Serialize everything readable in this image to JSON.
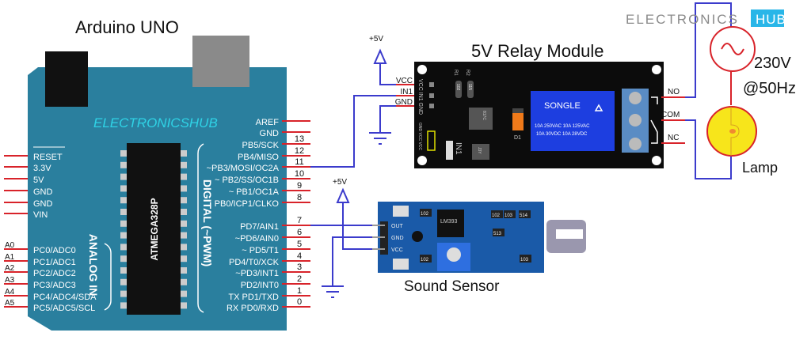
{
  "arduino": {
    "title": "Arduino UNO",
    "brand": "ELECTRONICSHUB",
    "chip": "ATMEGA328P",
    "analog_label": "ANALOG IN",
    "digital_label": "DIGITAL (~PWM)",
    "left_pins": [
      "RESET",
      "3.3V",
      "5V",
      "GND",
      "GND",
      "VIN"
    ],
    "analog_pins": [
      {
        "num": "A0",
        "label": "PC0/ADC0"
      },
      {
        "num": "A1",
        "label": "PC1/ADC1"
      },
      {
        "num": "A2",
        "label": "PC2/ADC2"
      },
      {
        "num": "A3",
        "label": "PC3/ADC3"
      },
      {
        "num": "A4",
        "label": "PC4/ADC4/SDA"
      },
      {
        "num": "A5",
        "label": "PC5/ADC5/SCL"
      }
    ],
    "right_pins": [
      {
        "num": "",
        "label": "AREF"
      },
      {
        "num": "",
        "label": "GND"
      },
      {
        "num": "13",
        "label": "PB5/SCK"
      },
      {
        "num": "12",
        "label": "PB4/MISO"
      },
      {
        "num": "11",
        "label": "~PB3/MOSI/OC2A"
      },
      {
        "num": "10",
        "label": "~ PB2/SS/OC1B"
      },
      {
        "num": "9",
        "label": "~ PB1/OC1A"
      },
      {
        "num": "8",
        "label": "PB0/ICP1/CLKO"
      },
      {
        "num": "7",
        "label": "PD7/AIN1"
      },
      {
        "num": "6",
        "label": "~PD6/AIN0"
      },
      {
        "num": "5",
        "label": "~        PD5/T1"
      },
      {
        "num": "4",
        "label": "PD4/T0/XCK"
      },
      {
        "num": "3",
        "label": "~PD3/INT1"
      },
      {
        "num": "2",
        "label": "PD2/INT0"
      },
      {
        "num": "1",
        "label": "TX  PD1/TXD"
      },
      {
        "num": "0",
        "label": "RX  PD0/RXD"
      }
    ],
    "colors": {
      "board": "#2a7f9e",
      "pin": "#d8232a",
      "brand": "#2fd3e6"
    }
  },
  "relay": {
    "title": "5V Relay Module",
    "supply": "+5V",
    "pins": [
      "VCC",
      "IN1",
      "GND"
    ],
    "silk_pins": "VCC IN1 GND",
    "silk_jumper": "GND VCC VCC",
    "relay_brand": "SONGLE",
    "ratings": [
      "10A  250VAC   10A 125VAC",
      "10A  30VDC   10A 28VDC"
    ],
    "resistors": [
      "R1",
      "R2",
      "102",
      "115"
    ],
    "opto": "817C",
    "diode": "D1",
    "led": "IN1",
    "transistor": "J3Y",
    "outputs": [
      "NO",
      "COM",
      "NC"
    ]
  },
  "load": {
    "voltage": "230V",
    "frequency": "@50Hz",
    "lamp": "Lamp"
  },
  "sensor": {
    "title": "Sound Sensor",
    "supply": "+5V",
    "pins": [
      "OUT",
      "GND",
      "VCC"
    ],
    "ic": "LM393",
    "codes": [
      "102",
      "102",
      "103",
      "514",
      "513",
      "102",
      "103"
    ]
  },
  "logo": {
    "left": "ELECTRONICS",
    "right": "HUB"
  },
  "wire_color": "#3b3bcc"
}
